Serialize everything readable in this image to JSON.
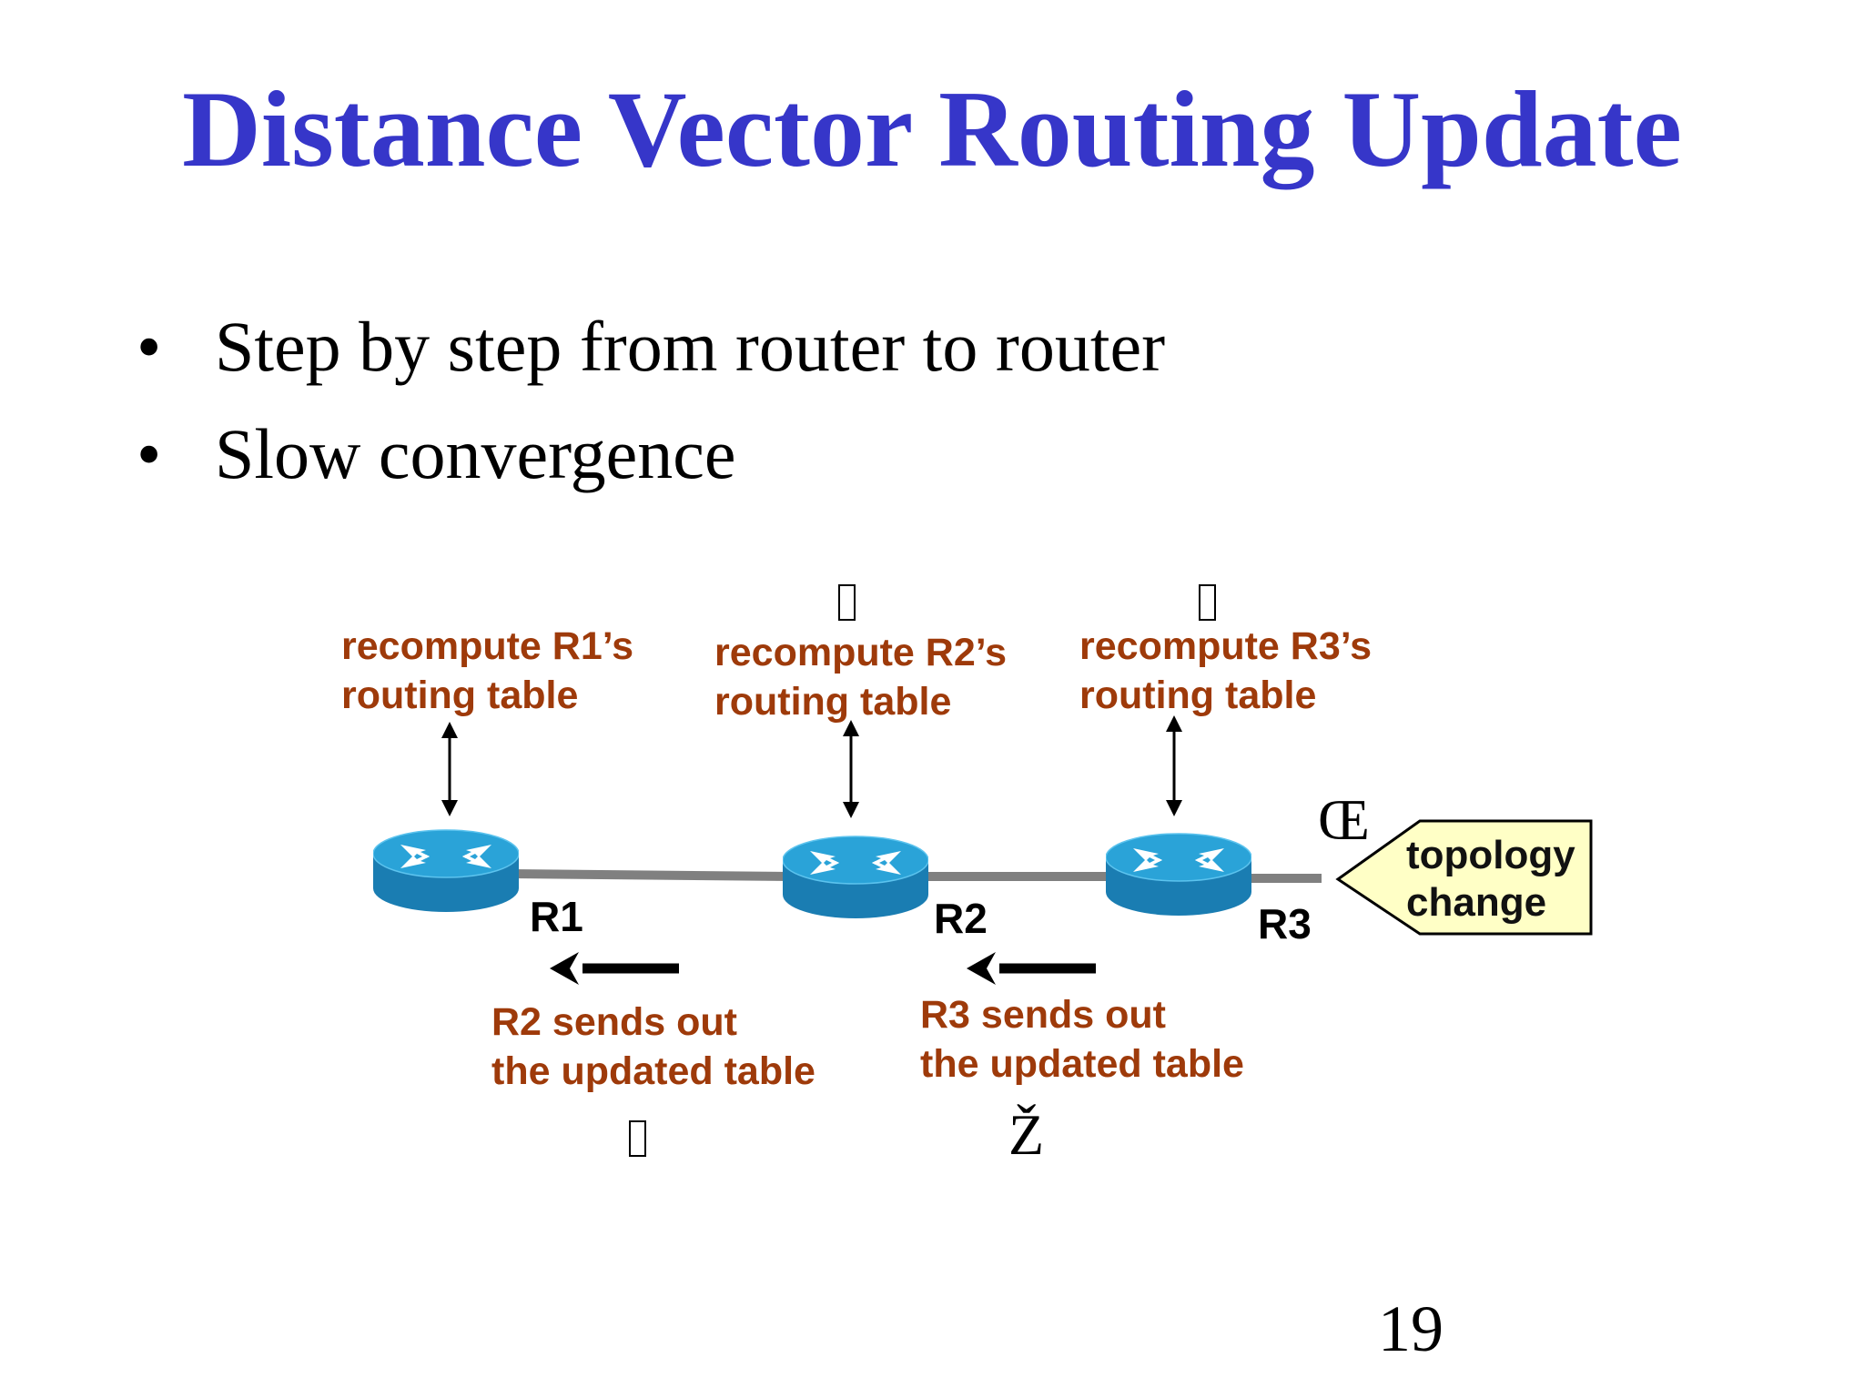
{
  "slide": {
    "title": "Distance Vector Routing Update",
    "bullets": [
      "Step by step from router to router",
      "Slow convergence"
    ],
    "page_number": "19"
  },
  "diagram": {
    "routers": [
      {
        "name": "R1",
        "top_label_line1": "recompute R1’s",
        "top_label_line2": "routing table"
      },
      {
        "name": "R2",
        "top_label_line1": "recompute R2’s",
        "top_label_line2": "routing table",
        "step_marker": ""
      },
      {
        "name": "R3",
        "top_label_line1": "recompute R3’s",
        "top_label_line2": "routing table",
        "step_marker": ""
      }
    ],
    "sends": [
      {
        "line1": "R2 sends out",
        "line2": "the updated table",
        "step_marker": ""
      },
      {
        "line1": "R3 sends out",
        "line2": "the updated table",
        "step_marker": "Ž"
      }
    ],
    "change_marker": "Œ",
    "callout": {
      "line1": "topology",
      "line2": "change"
    },
    "colors": {
      "title": "#3636c9",
      "label": "#9e3a0a",
      "router_top": "#2aa3d8",
      "router_side": "#1a7db2",
      "link": "#808080",
      "callout_fill": "#ffffc6"
    }
  }
}
